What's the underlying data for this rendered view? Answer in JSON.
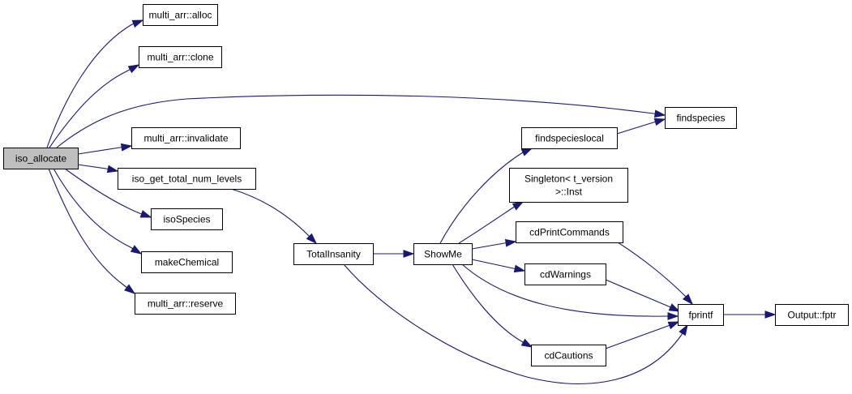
{
  "colors": {
    "edge": "#191970",
    "node_fill": "#ffffff",
    "root_fill": "#bfbfbf",
    "border": "#000000"
  },
  "nodes": [
    {
      "id": "iso_allocate",
      "lines": [
        "iso_allocate"
      ],
      "root": true
    },
    {
      "id": "alloc",
      "lines": [
        "multi_arr::alloc"
      ]
    },
    {
      "id": "clone",
      "lines": [
        "multi_arr::clone"
      ]
    },
    {
      "id": "invalidate",
      "lines": [
        "multi_arr::invalidate"
      ]
    },
    {
      "id": "get_levels",
      "lines": [
        "iso_get_total_num_levels"
      ]
    },
    {
      "id": "isoSpecies",
      "lines": [
        "isoSpecies"
      ]
    },
    {
      "id": "makeChemical",
      "lines": [
        "makeChemical"
      ]
    },
    {
      "id": "reserve",
      "lines": [
        "multi_arr::reserve"
      ]
    },
    {
      "id": "findspecies",
      "lines": [
        "findspecies"
      ]
    },
    {
      "id": "TotalInsanity",
      "lines": [
        "TotalInsanity"
      ]
    },
    {
      "id": "ShowMe",
      "lines": [
        "ShowMe"
      ]
    },
    {
      "id": "findspecieslocal",
      "lines": [
        "findspecieslocal"
      ]
    },
    {
      "id": "singleton",
      "lines": [
        "Singleton< t_version",
        ">::Inst"
      ]
    },
    {
      "id": "cdPrintCommands",
      "lines": [
        "cdPrintCommands"
      ]
    },
    {
      "id": "cdWarnings",
      "lines": [
        "cdWarnings"
      ]
    },
    {
      "id": "cdCautions",
      "lines": [
        "cdCautions"
      ]
    },
    {
      "id": "fprintf",
      "lines": [
        "fprintf"
      ]
    },
    {
      "id": "fptr",
      "lines": [
        "Output::fptr"
      ]
    }
  ],
  "edges": [
    {
      "from": "iso_allocate",
      "to": "alloc"
    },
    {
      "from": "iso_allocate",
      "to": "clone"
    },
    {
      "from": "iso_allocate",
      "to": "findspecies"
    },
    {
      "from": "iso_allocate",
      "to": "invalidate"
    },
    {
      "from": "iso_allocate",
      "to": "get_levels"
    },
    {
      "from": "iso_allocate",
      "to": "isoSpecies"
    },
    {
      "from": "iso_allocate",
      "to": "makeChemical"
    },
    {
      "from": "iso_allocate",
      "to": "reserve"
    },
    {
      "from": "get_levels",
      "to": "TotalInsanity"
    },
    {
      "from": "TotalInsanity",
      "to": "ShowMe"
    },
    {
      "from": "TotalInsanity",
      "to": "fprintf"
    },
    {
      "from": "ShowMe",
      "to": "findspecieslocal"
    },
    {
      "from": "ShowMe",
      "to": "singleton"
    },
    {
      "from": "ShowMe",
      "to": "cdPrintCommands"
    },
    {
      "from": "ShowMe",
      "to": "cdWarnings"
    },
    {
      "from": "ShowMe",
      "to": "fprintf"
    },
    {
      "from": "ShowMe",
      "to": "cdCautions"
    },
    {
      "from": "findspecieslocal",
      "to": "findspecies"
    },
    {
      "from": "cdPrintCommands",
      "to": "fprintf"
    },
    {
      "from": "cdWarnings",
      "to": "fprintf"
    },
    {
      "from": "cdCautions",
      "to": "fprintf"
    },
    {
      "from": "fprintf",
      "to": "fptr"
    }
  ]
}
